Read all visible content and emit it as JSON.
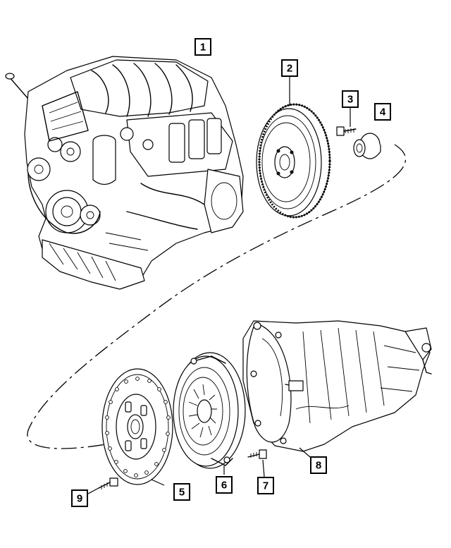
{
  "diagram": {
    "parts": [
      {
        "ref": "1",
        "name": "engine-assembly"
      },
      {
        "ref": "2",
        "name": "flywheel"
      },
      {
        "ref": "3",
        "name": "flywheel-bolt"
      },
      {
        "ref": "4",
        "name": "pilot-bearing"
      },
      {
        "ref": "5",
        "name": "clutch-disc"
      },
      {
        "ref": "6",
        "name": "pressure-plate"
      },
      {
        "ref": "7",
        "name": "pressure-plate-bolt"
      },
      {
        "ref": "8",
        "name": "transmission-assembly"
      },
      {
        "ref": "9",
        "name": "disc-bolt"
      }
    ]
  }
}
